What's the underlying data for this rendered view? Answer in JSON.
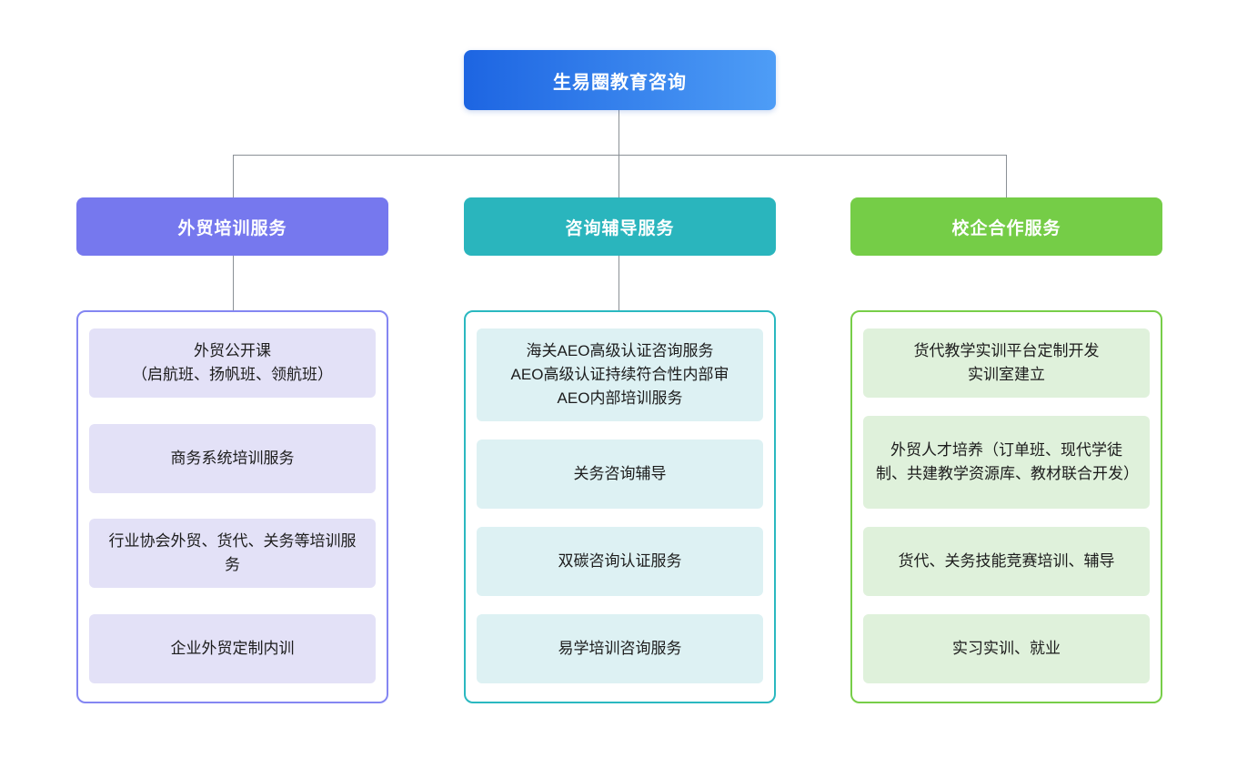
{
  "root": {
    "label": "生易圈教育咨询"
  },
  "branches": [
    {
      "label": "外贸培训服务",
      "items": [
        [
          "外贸公开课",
          "（启航班、扬帆班、领航班）"
        ],
        "商务系统培训服务",
        "行业协会外贸、货代、关务等培训服务",
        "企业外贸定制内训"
      ]
    },
    {
      "label": "咨询辅导服务",
      "items": [
        [
          "海关AEO高级认证咨询服务",
          "AEO高级认证持续符合性内部审",
          "AEO内部培训服务"
        ],
        "关务咨询辅导",
        "双碳咨询认证服务",
        "易学培训咨询服务"
      ]
    },
    {
      "label": "校企合作服务",
      "items": [
        [
          "货代教学实训平台定制开发",
          "实训室建立"
        ],
        "外贸人才培养（订单班、现代学徒制、共建教学资源库、教材联合开发）",
        "货代、关务技能竞赛培训、辅导",
        "实习实训、就业"
      ]
    }
  ],
  "colors": {
    "root_gradient_start": "#1D65E2",
    "root_gradient_end": "#4E9DF6",
    "branch_purple": "#7678EE",
    "branch_purple_border": "#8486F2",
    "branch_purple_card": "#E3E1F7",
    "branch_teal": "#2AB5BD",
    "branch_teal_border": "#2AB8C0",
    "branch_teal_card": "#DDF1F3",
    "branch_green": "#75CD47",
    "branch_green_border": "#77CE48",
    "branch_green_card": "#DFF1DB",
    "connector": "#8A9096",
    "card_text": "#1C1C1C",
    "header_text": "#FFFFFF"
  }
}
